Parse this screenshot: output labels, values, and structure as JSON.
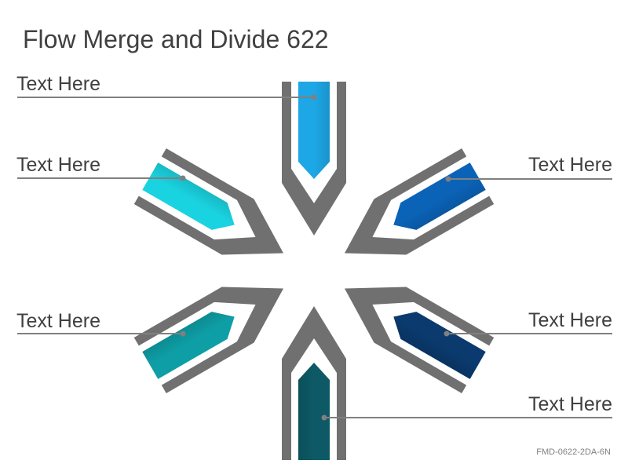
{
  "title": "Flow Merge and Divide 622",
  "labels": {
    "top_left": "Text Here",
    "upper_left": "Text Here",
    "upper_right": "Text Here",
    "lower_left": "Text Here",
    "lower_right": "Text Here",
    "bottom_right": "Text Here"
  },
  "footer": "FMD-0622-2DA-6N",
  "colors": {
    "frame": "#707070",
    "connector": "#808080",
    "arrow_top": "#1da7e6",
    "arrow_upper_left": "#1ad3e0",
    "arrow_upper_right": "#0b63b8",
    "arrow_lower_left": "#0e9ea5",
    "arrow_lower_right": "#0a3a6e",
    "arrow_bottom": "#0d5a66",
    "text": "#404040"
  }
}
